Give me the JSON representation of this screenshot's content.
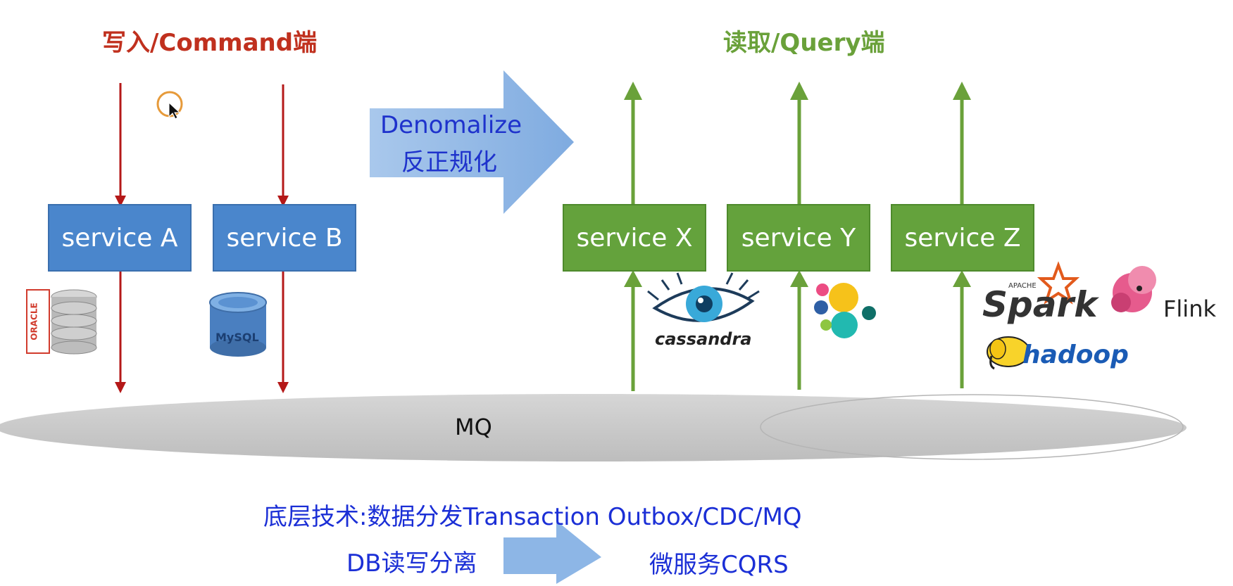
{
  "headers": {
    "write": "写入/Command端",
    "read": "读取/Query端"
  },
  "colors": {
    "write_header": "#c0301e",
    "read_header": "#6aa13a",
    "blue_box": "#4a86cc",
    "green_box": "#64a23c",
    "red_arrow": "#b41818",
    "green_arrow": "#6aa13a",
    "mq": "#c9c9c9",
    "caption": "#1b2fd6"
  },
  "write_services": [
    "service A",
    "service B"
  ],
  "read_services": [
    "service X",
    "service Y",
    "service Z"
  ],
  "transform": {
    "line1": "Denomalize",
    "line2": "反正规化"
  },
  "mq_label": "MQ",
  "logos": {
    "oracle": "ORACLE",
    "mysql": "MySQL",
    "cassandra": "cassandra",
    "spark_apache": "APACHE",
    "spark": "Spark",
    "flink": "Flink",
    "hadoop": "hadoop"
  },
  "footer": {
    "tech": "底层技术:数据分发Transaction Outbox/CDC/MQ",
    "from": "DB读写分离",
    "to": "微服务CQRS"
  }
}
